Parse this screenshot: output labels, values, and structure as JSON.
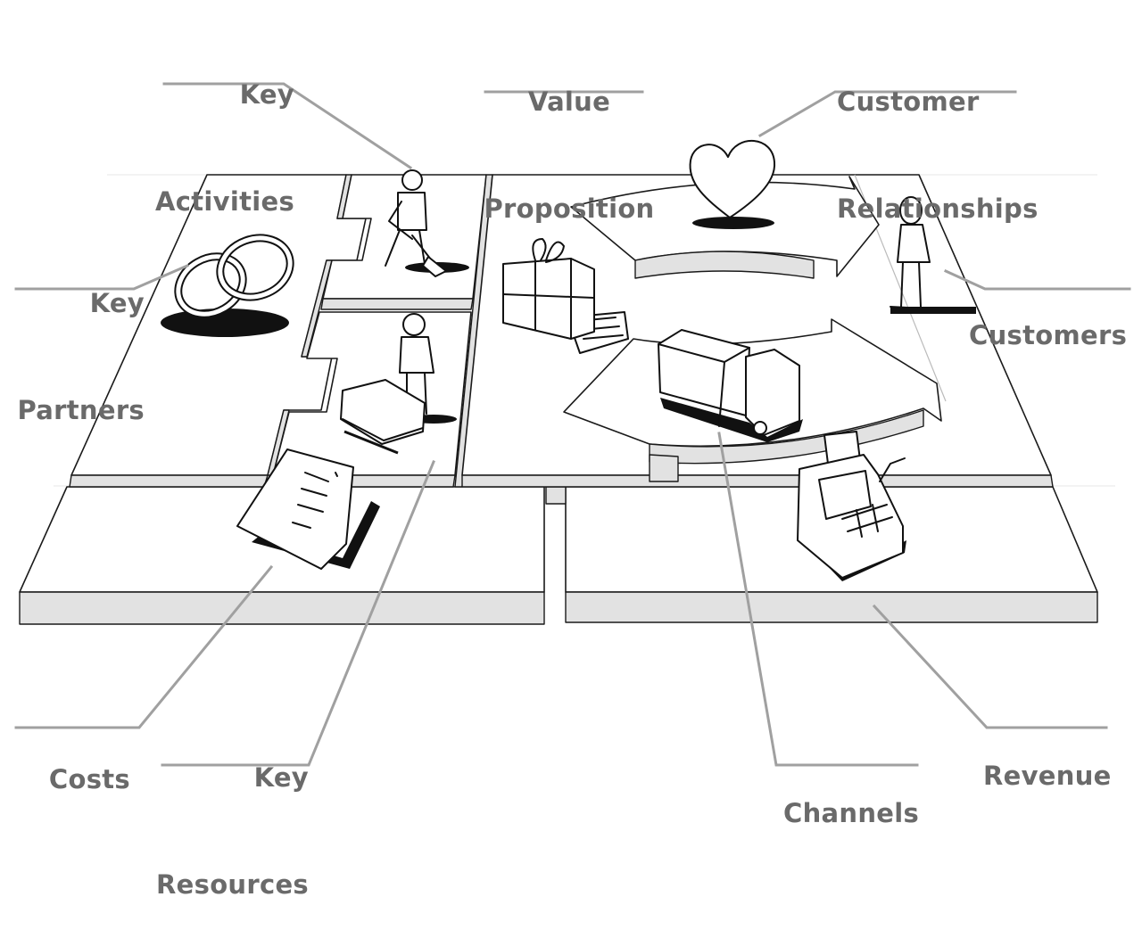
{
  "title": "Business Model Canvas",
  "colors": {
    "label_text": "#6a6a6a",
    "leader_line": "#a0a0a0",
    "board_top": "#ffffff",
    "board_edge": "#e2e2e2",
    "outline": "#1a1a1a"
  },
  "labels": {
    "key_activities": {
      "line1": "Key",
      "line2": "Activities"
    },
    "value_proposition": {
      "line1": "Value",
      "line2": "Proposition"
    },
    "customer_relationships": {
      "line1": "Customer",
      "line2": "Relationships"
    },
    "key_partners": {
      "line1": "Key",
      "line2": "Partners"
    },
    "customers": {
      "line1": "Customers"
    },
    "costs": {
      "line1": "Costs"
    },
    "key_resources": {
      "line1": "Key",
      "line2": "Resources"
    },
    "channels": {
      "line1": "Channels"
    },
    "revenue": {
      "line1": "Revenue"
    }
  },
  "illustrations": [
    {
      "block": "key_partners",
      "icon": "interlocked-rings-icon"
    },
    {
      "block": "key_activities",
      "icon": "person-digging-icon"
    },
    {
      "block": "key_resources",
      "icon": "person-with-machine-icon"
    },
    {
      "block": "value_proposition",
      "icon": "gift-box-icon"
    },
    {
      "block": "customer_relationships",
      "icon": "heart-icon"
    },
    {
      "block": "channels",
      "icon": "delivery-truck-icon"
    },
    {
      "block": "customers",
      "icon": "standing-person-icon"
    },
    {
      "block": "costs",
      "icon": "invoice-paper-icon"
    },
    {
      "block": "revenue",
      "icon": "cash-register-icon"
    }
  ]
}
